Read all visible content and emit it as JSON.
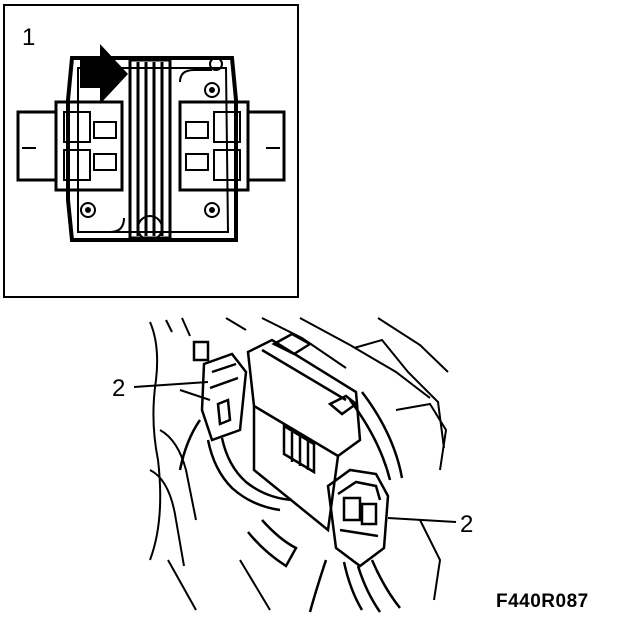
{
  "callouts": {
    "detail_number": "1",
    "connector_left": "2",
    "connector_right": "2"
  },
  "figure_code": "F440R087",
  "colors": {
    "ink": "#000000",
    "paper": "#ffffff"
  }
}
